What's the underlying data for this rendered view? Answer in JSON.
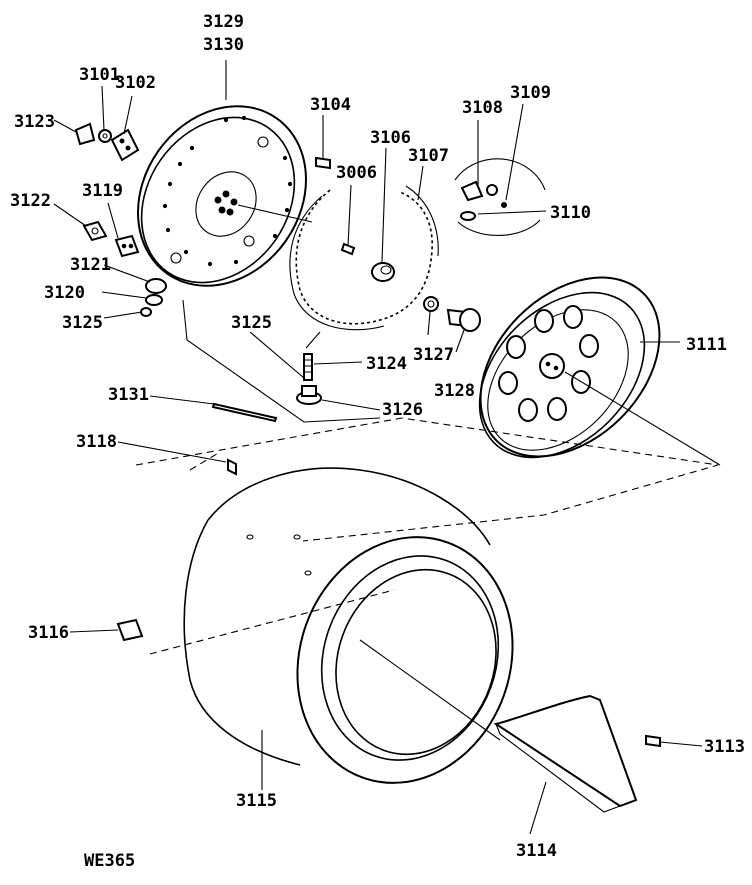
{
  "diagram_code": "WE365",
  "labels": {
    "l3129": "3129",
    "l3130": "3130",
    "l3101": "3101",
    "l3102": "3102",
    "l3123": "3123",
    "l3104": "3104",
    "l3106": "3106",
    "l3006": "3006",
    "l3107": "3107",
    "l3108": "3108",
    "l3109": "3109",
    "l3110": "3110",
    "l3119": "3119",
    "l3122": "3122",
    "l3121": "3121",
    "l3120": "3120",
    "l3125a": "3125",
    "l3125b": "3125",
    "l3124": "3124",
    "l3127": "3127",
    "l3128": "3128",
    "l3111": "3111",
    "l3131": "3131",
    "l3126": "3126",
    "l3118": "3118",
    "l3116": "3116",
    "l3113": "3113",
    "l3115": "3115",
    "l3114": "3114"
  }
}
